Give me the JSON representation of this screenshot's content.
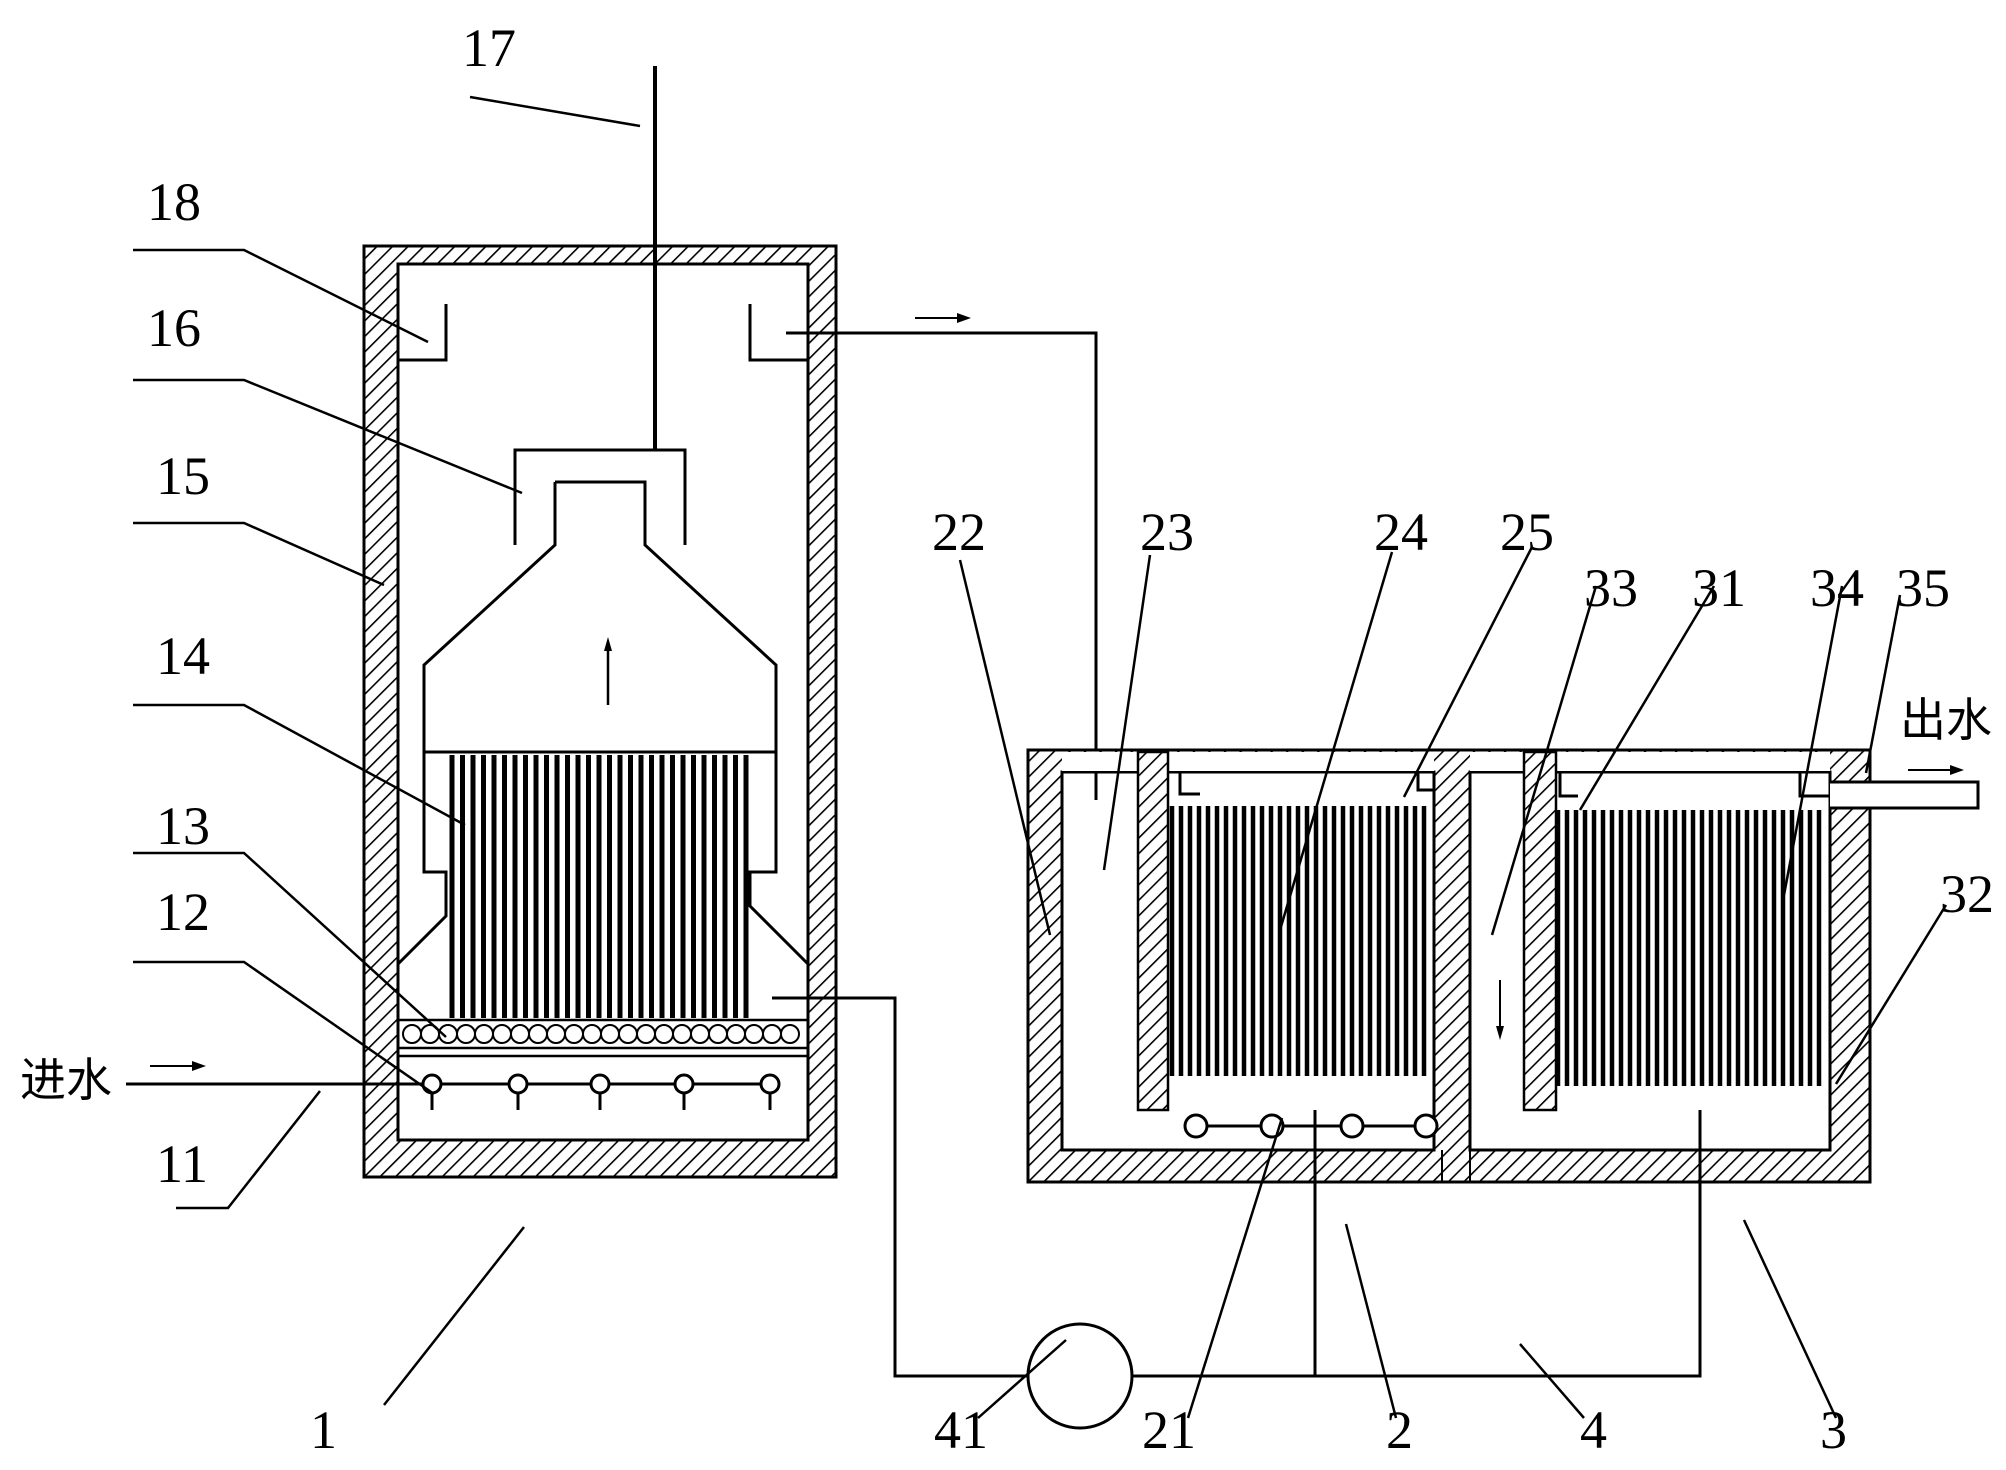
{
  "labels": {
    "l17": "17",
    "l18": "18",
    "l16": "16",
    "l15": "15",
    "l14": "14",
    "l13": "13",
    "l12": "12",
    "l11": "11",
    "l1": "1",
    "inlet": "进水",
    "outlet": "出水",
    "l22": "22",
    "l23": "23",
    "l24": "24",
    "l25": "25",
    "l33": "33",
    "l31": "31",
    "l34": "34",
    "l35": "35",
    "l32": "32",
    "l41": "41",
    "l21": "21",
    "l2": "2",
    "l4": "4",
    "l3": "3"
  }
}
